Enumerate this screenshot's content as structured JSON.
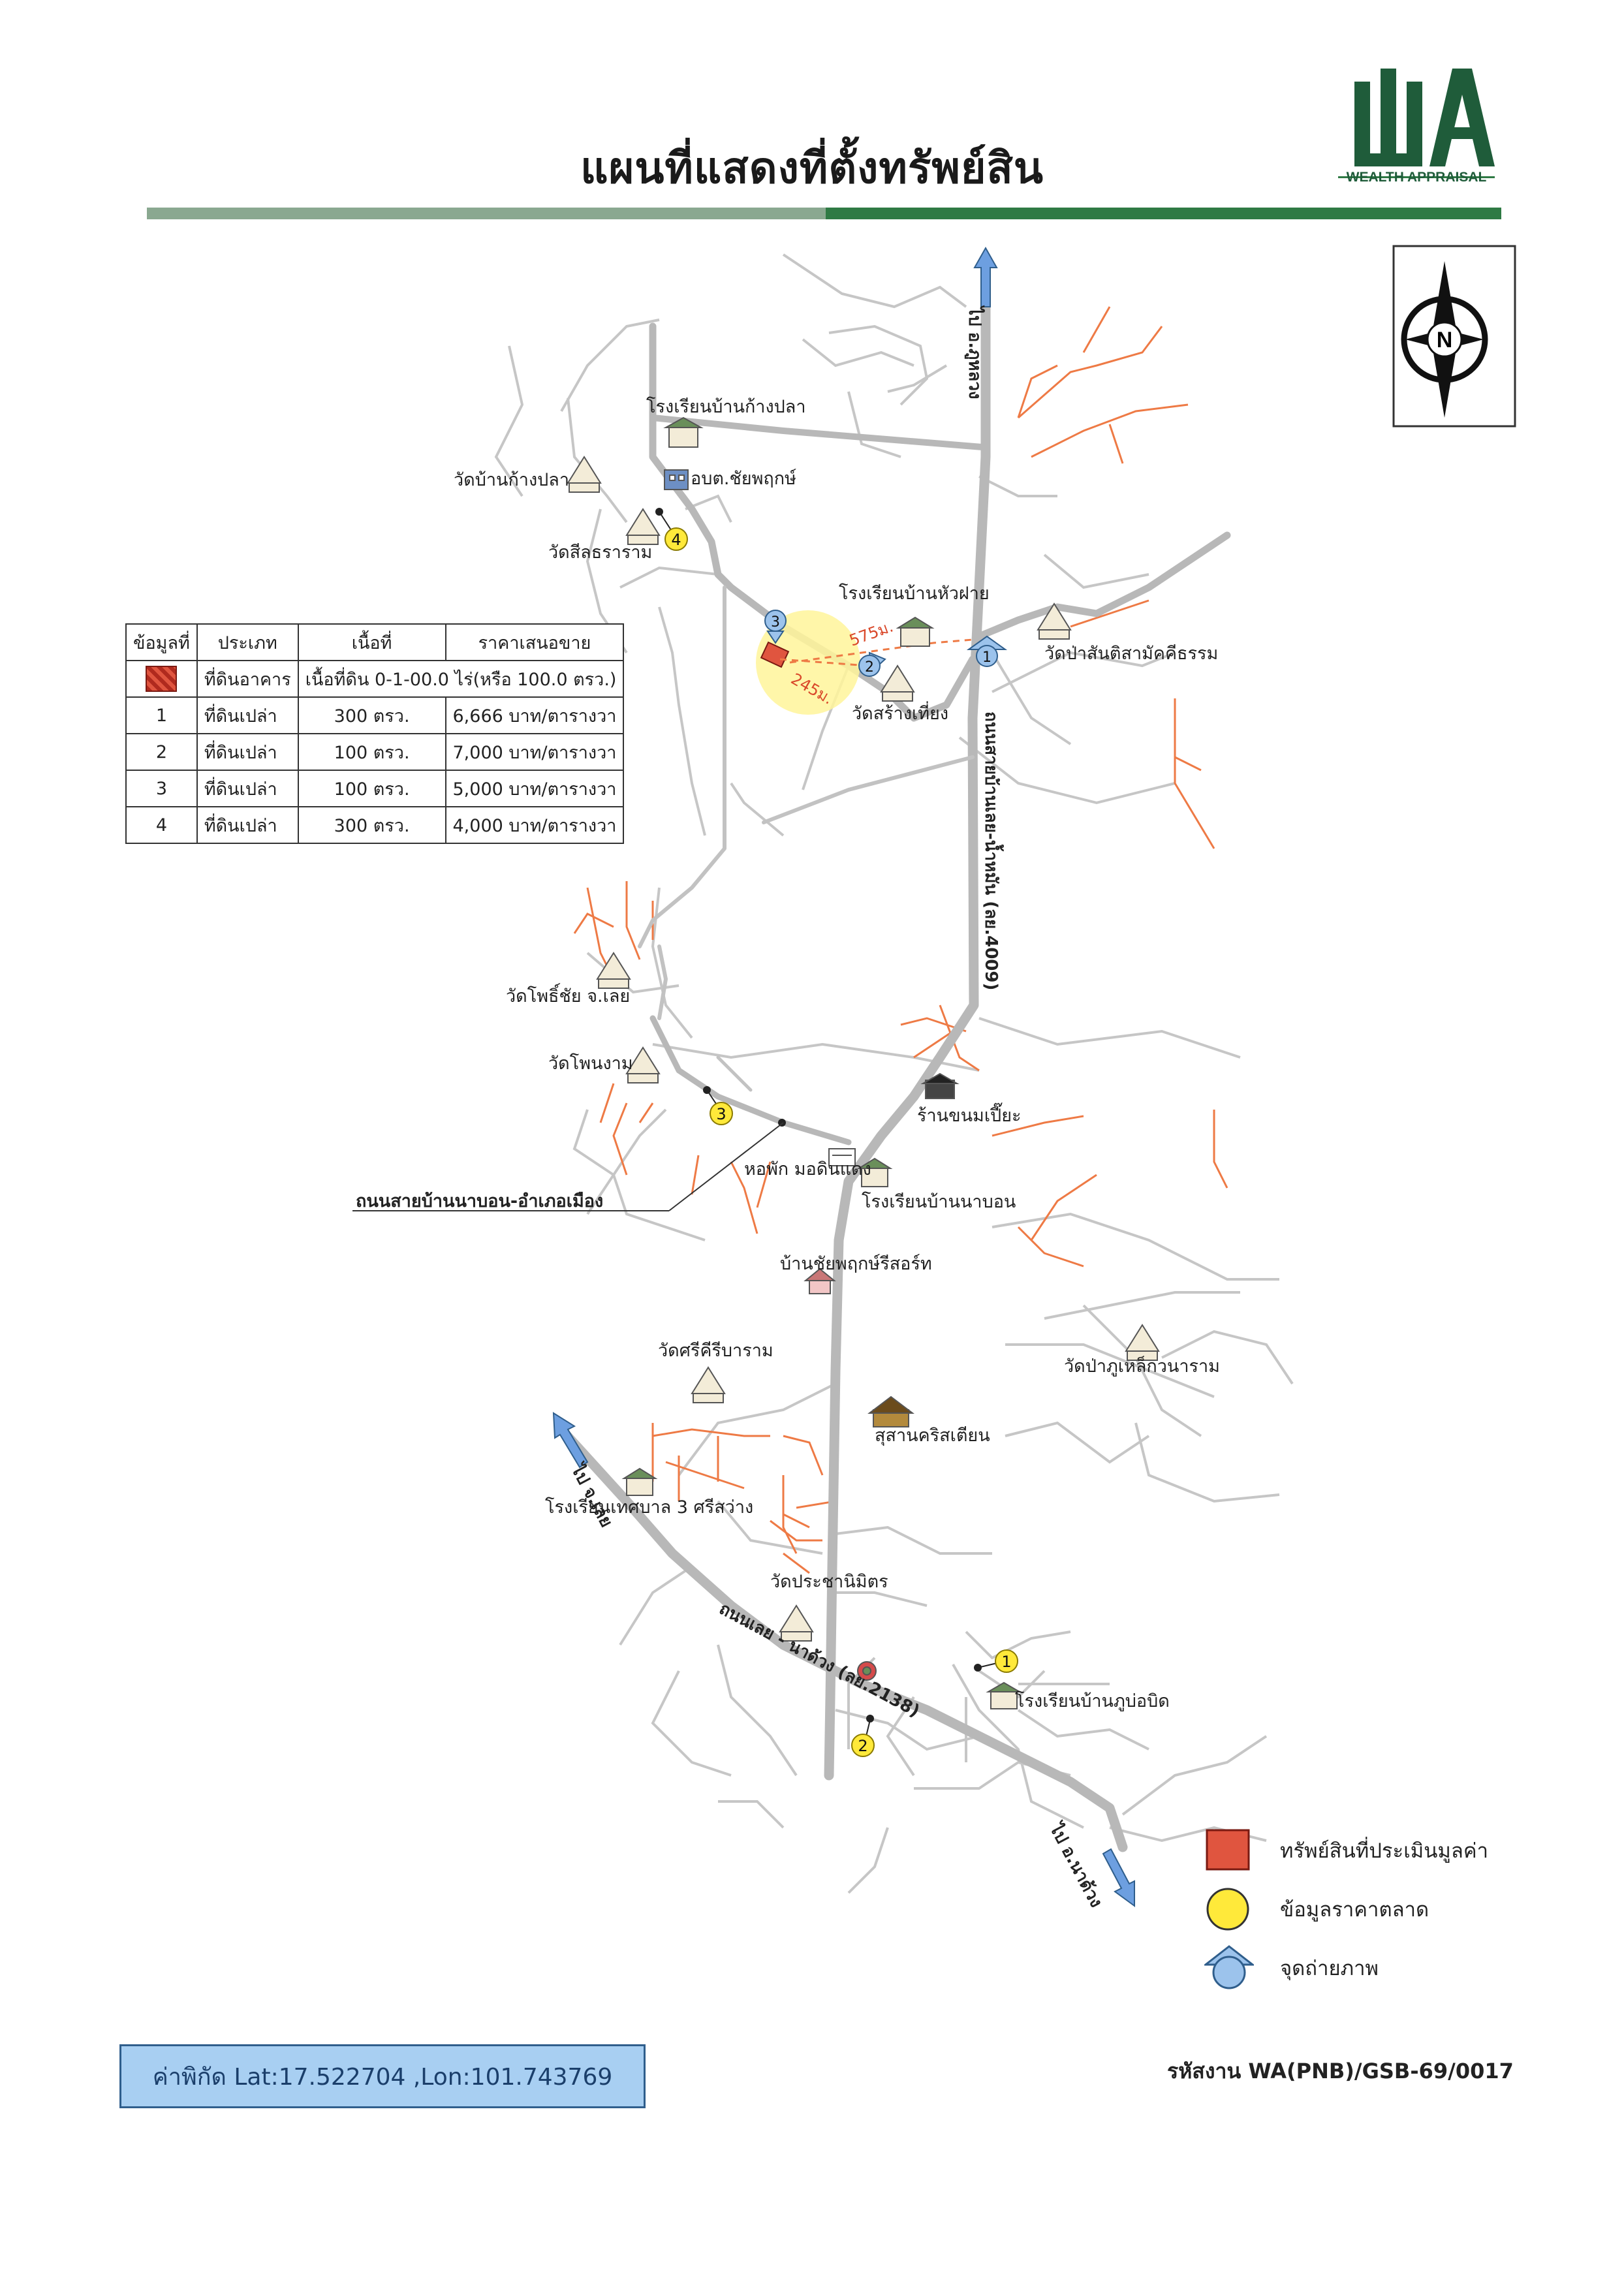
{
  "title": "แผนที่แสดงที่ตั้งทรัพย์สิน",
  "logo": {
    "letters": "WA",
    "text": "WEALTH APPRAISAL"
  },
  "compass": {
    "label": "N",
    "icon": "north-arrow-icon"
  },
  "colors": {
    "brand_green": "#2f7a44",
    "road_main": "#b8b8b8",
    "road_minor": "#c6c6c6",
    "road_orange": "#ee7a45",
    "subject": "#e0553f",
    "market_point": "#ffe93a",
    "photo_point": "#9cc3ec"
  },
  "legend_table": {
    "headers": [
      "ข้อมูลที่",
      "ประเภท",
      "เนื้อที่",
      "ราคาเสนอขาย"
    ],
    "rows": [
      {
        "no": "",
        "type": "ที่ดินอาคาร",
        "area": "เนื้อที่ดิน 0-1-00.0 ไร่(หรือ 100.0 ตรว.)",
        "price": ""
      },
      {
        "no": "1",
        "type": "ที่ดินเปล่า",
        "area": "300 ตรว.",
        "price": "6,666 บาท/ตารางวา"
      },
      {
        "no": "2",
        "type": "ที่ดินเปล่า",
        "area": "100 ตรว.",
        "price": "7,000 บาท/ตารางวา"
      },
      {
        "no": "3",
        "type": "ที่ดินเปล่า",
        "area": "100 ตรว.",
        "price": "5,000 บาท/ตารางวา"
      },
      {
        "no": "4",
        "type": "ที่ดินเปล่า",
        "area": "300 ตรว.",
        "price": "4,000 บาท/ตารางวา"
      }
    ]
  },
  "map_labels": {
    "school_kangpla": "โรงเรียนบ้านก้างปลา",
    "wat_kangpla": "วัดบ้านก้างปลา",
    "obt": "อบต.ชัยพฤกษ์",
    "wat_sila": "วัดสีลธราราม",
    "school_huafai": "โรงเรียนบ้านหัวฝาย",
    "wat_pasan": "วัดป่าสันติสามัคคีธรรม",
    "wat_sangtiang": "วัดสร้างเที่ยง",
    "wat_phosai": "วัดโพธิ์ชัย จ.เลย",
    "wat_phonngam": "วัดโพนงาม",
    "shop_khanom": "ร้านขนมเปี๊ยะ",
    "dorm": "หอพัก มอดินแดง",
    "school_nabon": "โรงเรียนบ้านนาบอน",
    "resort": "บ้านชัยพฤกษ์รีสอร์ท",
    "wat_srikhiri": "วัดศรีคีรีบาราม",
    "wat_phulek": "วัดป่าภูเหล็กวนาราม",
    "cemetery": "สุสานคริสเตียน",
    "school_tessaban": "โรงเรียนเทศบาล 3 ศรีสว่าง",
    "wat_pracha": "วัดประชานิมิตร",
    "school_phubopit": "โรงเรียนบ้านภูบ่อบิด",
    "road_nabon": "ถนนสายบ้านนาบอน-อำเภอเมือง",
    "road_4009": "ถนนสายบ้านเลย-น้ำหมัน (ลย.4009)",
    "road_north": "ไป อ.ภูหลวง",
    "road_2138": "ถนนเลย - นาด้วง (ลย.2138)",
    "to_loei": "ไป จ.เลย",
    "to_naduang": "ไป อ.นาด้วง",
    "dist_575": "575ม.",
    "dist_245": "245ม."
  },
  "markers": {
    "market": [
      "1",
      "2",
      "3",
      "4"
    ],
    "photo": [
      "1",
      "2",
      "3"
    ]
  },
  "key": {
    "subject": "ทรัพย์สินที่ประเมินมูลค่า",
    "market": "ข้อมูลราคาตลาด",
    "photo": "จุดถ่ายภาพ"
  },
  "coordinates": "ค่าพิกัด Lat:17.522704 ,Lon:101.743769",
  "job_code": "รหัสงาน WA(PNB)/GSB-69/0017"
}
